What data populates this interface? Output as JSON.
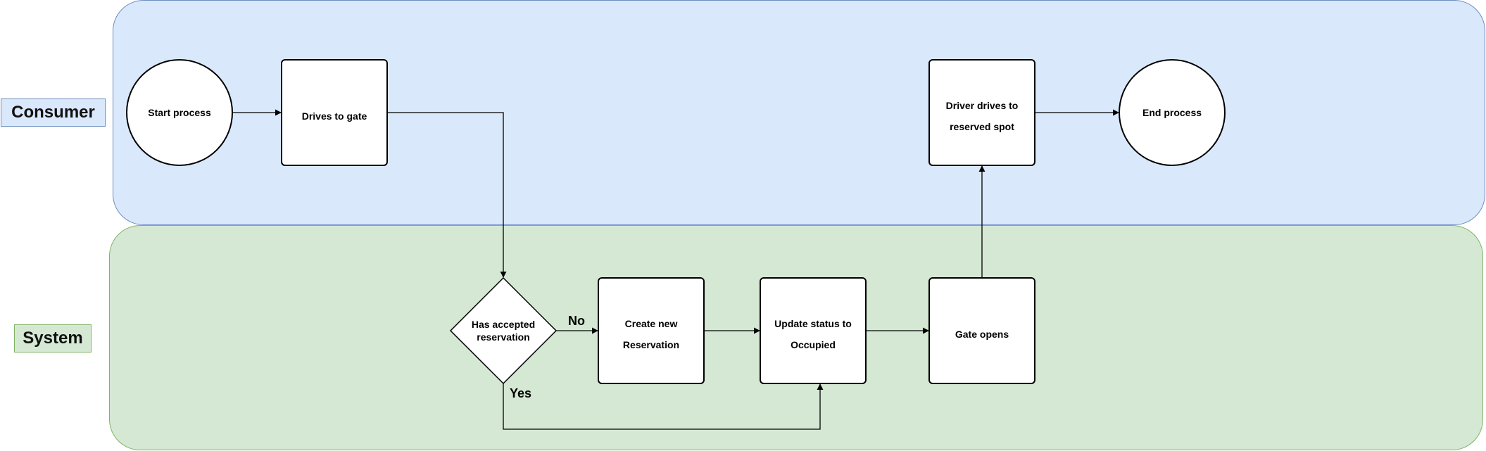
{
  "lanes": {
    "consumer": {
      "label": "Consumer"
    },
    "system": {
      "label": "System"
    }
  },
  "nodes": {
    "start": {
      "label": "Start process"
    },
    "drives_to_gate": {
      "label": "Drives to gate"
    },
    "has_accepted_reservation": {
      "label_line1": "Has accepted",
      "label_line2": "reservation"
    },
    "create_new_reservation": {
      "label_line1": "Create new",
      "label_line2": "Reservation"
    },
    "update_status": {
      "label_line1": "Update status to",
      "label_line2": "Occupied"
    },
    "gate_opens": {
      "label": "Gate opens"
    },
    "driver_drives": {
      "label_line1": "Driver drives to",
      "label_line2": "reserved spot"
    },
    "end": {
      "label": "End process"
    }
  },
  "edges": {
    "no_label": "No",
    "yes_label": "Yes"
  },
  "colors": {
    "consumer_lane_fill": "#dae8fc",
    "consumer_lane_stroke": "#6c8ebf",
    "system_lane_fill": "#d5e8d4",
    "system_lane_stroke": "#82b366"
  }
}
